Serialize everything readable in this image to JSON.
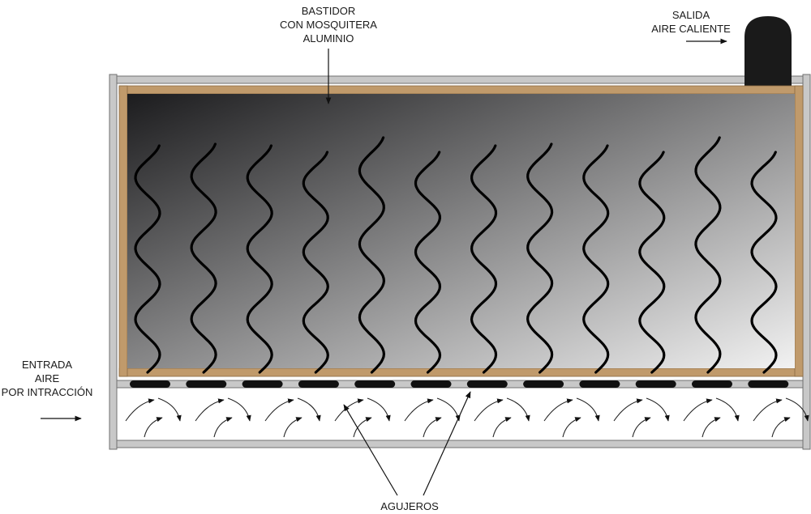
{
  "labels": {
    "frame": [
      "BASTIDOR",
      "CON MOSQUITERA",
      "ALUMINIO"
    ],
    "outlet": [
      "SALIDA",
      "AIRE CALIENTE"
    ],
    "inlet": [
      "ENTRADA",
      "AIRE",
      "POR INTRACCIÓN"
    ],
    "holes": "AGUJEROS"
  },
  "colors": {
    "aluminum": "#c8c8c8",
    "aluminum_edge": "#707070",
    "wood": "#c09a6b",
    "absorber_dark": "#1c1c1e",
    "absorber_light": "#f2f2f2",
    "hole": "#111111",
    "chimney": "#1a1a1a"
  },
  "counts": {
    "heat_waves": 12,
    "holes": 12
  }
}
